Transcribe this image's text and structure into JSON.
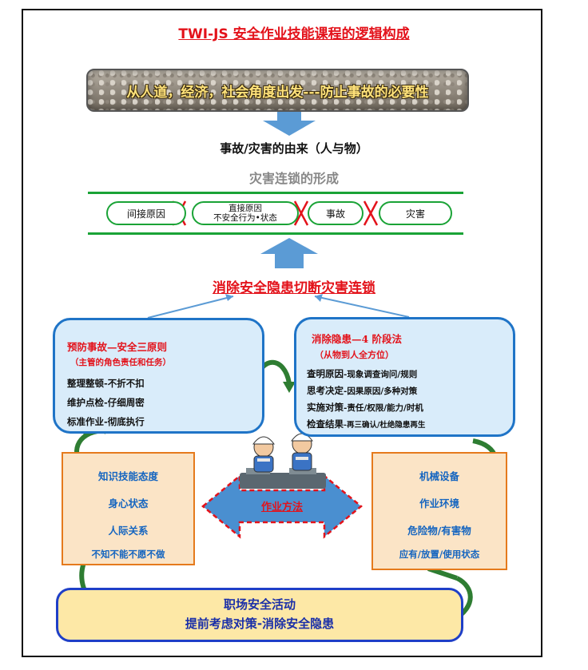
{
  "title": "TWI-JS 安全作业技能课程的逻辑构成",
  "banner": "从人道，经济，社会角度出发---防止事故的必要性",
  "origin_title": "事故/灾害的由来（人与物）",
  "chain_title": "灾害连锁的形成",
  "chain": {
    "indirect": "间接原因",
    "direct_line1": "直接原因",
    "direct_line2": "不安全行为•状态",
    "accident": "事故",
    "disaster": "灾害"
  },
  "center_title": "消除安全隐患切断灾害连锁",
  "left_bubble": {
    "title": "预防事故—安全三原则",
    "subtitle": "（主管的角色责任和任务）",
    "lines": [
      "整理整顿-不折不扣",
      "维护点检-仔细周密",
      "标准作业-彻底执行"
    ]
  },
  "right_bubble": {
    "title": "消除隐患—4 阶段法",
    "subtitle": "（从物到人全方位）",
    "lines": [
      {
        "head": "查明原因",
        "tail": "-现象调查询问/规则"
      },
      {
        "head": "思考决定",
        "tail": "-因果原因/多种对策"
      },
      {
        "head": "实施对策",
        "tail": "-责任/权限/能力/时机"
      },
      {
        "head": "检查结果",
        "tail": "-再三确认/杜绝隐患再生"
      }
    ]
  },
  "left_box": [
    "知识技能态度",
    "身心状态",
    "人际关系",
    "不知不能不愿不做"
  ],
  "right_box": [
    "机械设备",
    "作业环境",
    "危险物/有害物",
    "应有/放置/使用状态"
  ],
  "method": "作业方法",
  "bottom_box": {
    "line1": "职场安全活动",
    "line2": "提前考虑对策-消除安全隐患"
  },
  "colors": {
    "red": "#e3121a",
    "blue_arrow": "#5b9bd5",
    "green_line": "#1aa336",
    "bubble_border": "#1f74c7",
    "bubble_fill": "#d9ecfa",
    "orange_border": "#e57a1c",
    "orange_fill": "#fbe4c6",
    "bottom_border": "#1f3fc7",
    "bottom_fill": "#fde8a6"
  }
}
